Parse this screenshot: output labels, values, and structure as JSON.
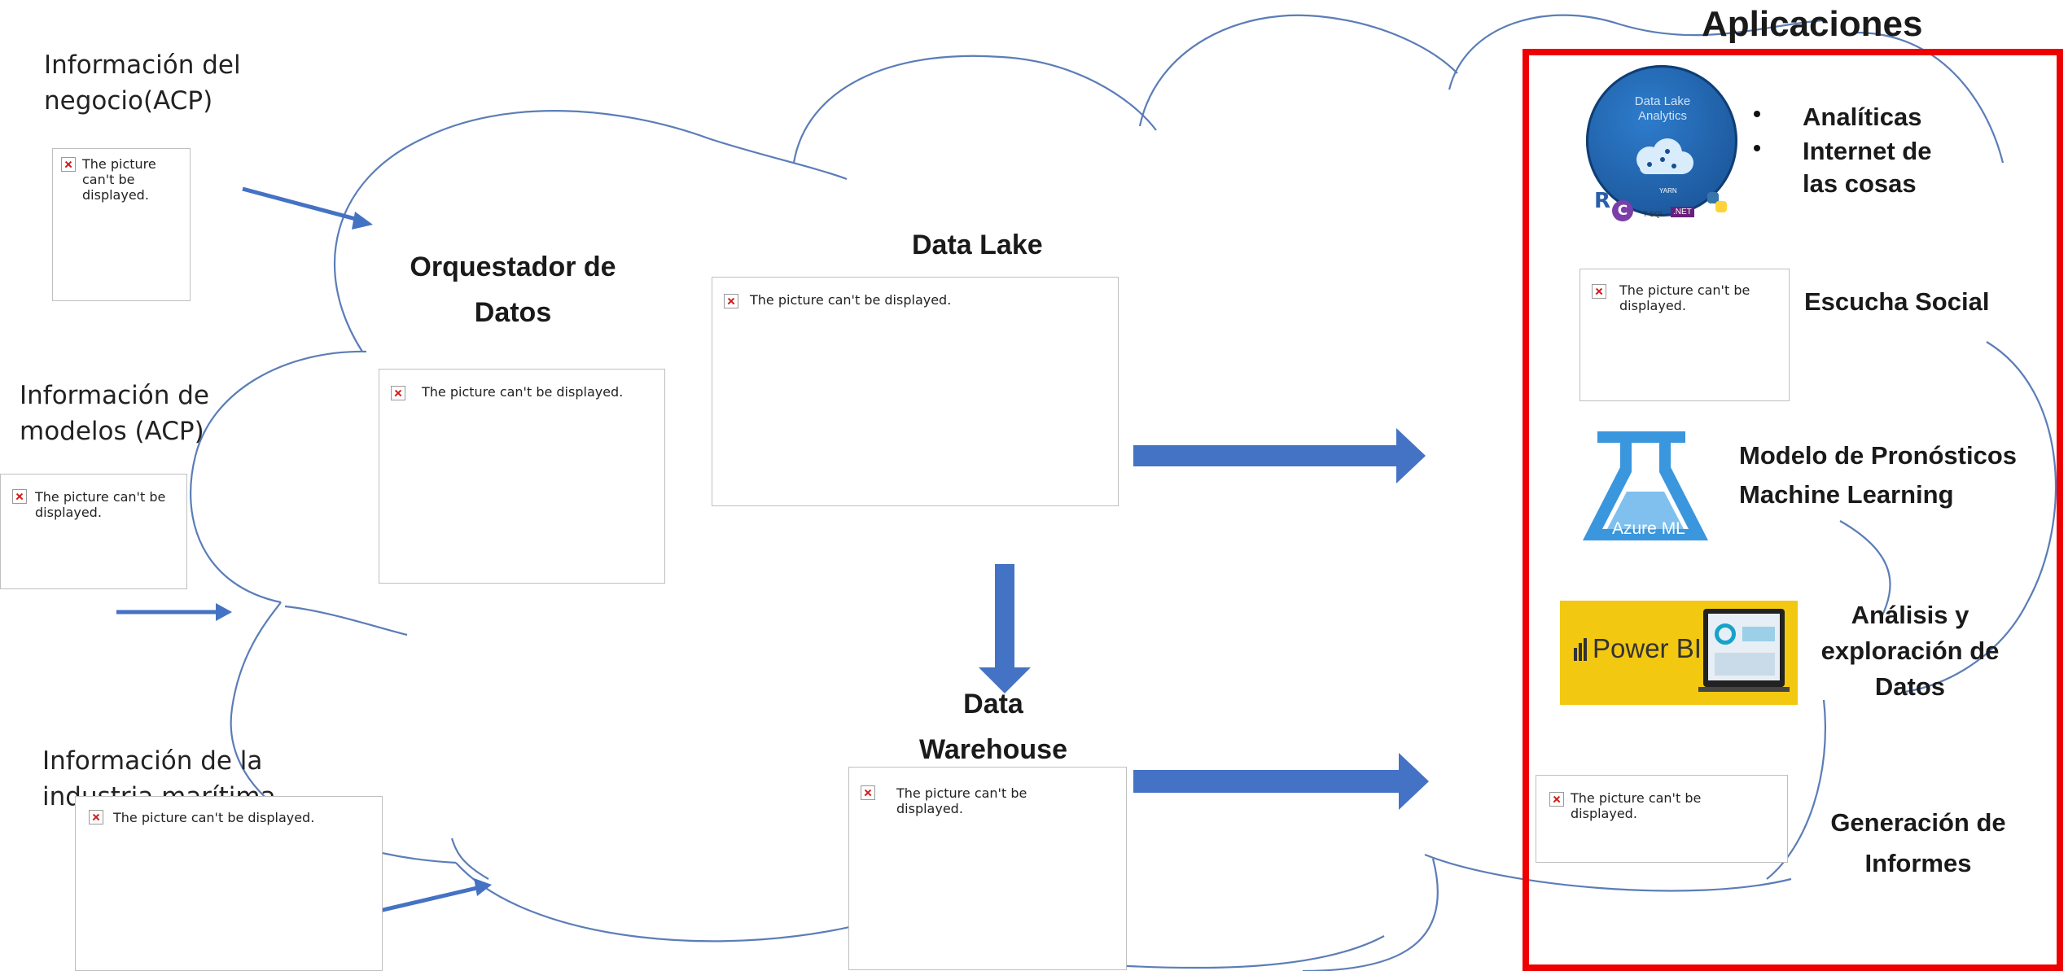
{
  "header": {
    "title": "Aplicaciones"
  },
  "sources": [
    {
      "label": "Información del negocio(ACP)",
      "placeholder": "The picture can't be displayed."
    },
    {
      "label": "Información de modelos (ACP)",
      "placeholder": "The picture can't be displayed."
    },
    {
      "label": "Información de la industria marítima",
      "placeholder": "The picture can't be displayed."
    }
  ],
  "orchestrator": {
    "title": "Orquestador de Datos",
    "placeholder": "The picture can't be displayed."
  },
  "data_lake": {
    "title": "Data Lake",
    "placeholder": "The picture can't be displayed."
  },
  "data_warehouse": {
    "title": "Data Warehouse",
    "placeholder": "The picture can't be displayed."
  },
  "applications": {
    "data_lake_analytics": {
      "logo_text": "Data Lake Analytics",
      "logo_small": [
        "YARN",
        "T-SQL",
        ".NET"
      ],
      "bullets": [
        "Analíticas",
        "Internet de las cosas"
      ]
    },
    "social": {
      "label": "Escucha Social",
      "placeholder": "The picture can't be displayed."
    },
    "ml": {
      "label": "Modelo de Pronósticos Machine Learning",
      "logo_text": "Azure ML"
    },
    "powerbi": {
      "label": "Análisis y exploración de Datos",
      "logo_text": "Power BI"
    },
    "reports": {
      "label": "Generación de Informes",
      "placeholder": "The picture can't be displayed."
    }
  },
  "colors": {
    "arrow": "#4472c4",
    "cloud_line": "#5b7db8",
    "frame": "#ee0000",
    "powerbi_bg": "#f2c811",
    "azure_ml": "#3a96dd",
    "dla_bg": "#1e5fa8"
  }
}
